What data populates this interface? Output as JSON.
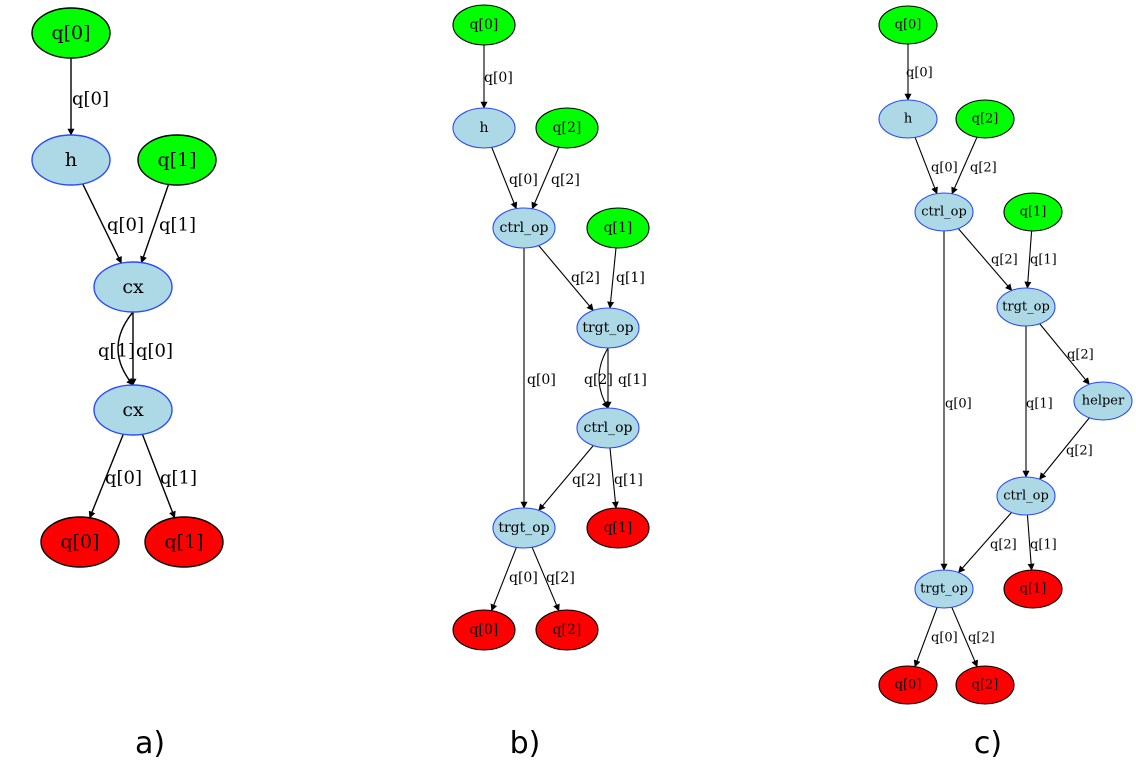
{
  "colors": {
    "input_fill": "#00ff00",
    "input_stroke": "#000000",
    "op_fill": "#add8e6",
    "op_stroke": "#2b4bff",
    "output_fill": "#ff0000",
    "output_stroke": "#000000",
    "edge": "#000000"
  },
  "panels": [
    {
      "caption": "a)",
      "nodes": [
        {
          "id": "in0",
          "label": "q[0]",
          "kind": "input"
        },
        {
          "id": "h",
          "label": "h",
          "kind": "op"
        },
        {
          "id": "in1",
          "label": "q[1]",
          "kind": "input"
        },
        {
          "id": "cx1",
          "label": "cx",
          "kind": "op"
        },
        {
          "id": "cx2",
          "label": "cx",
          "kind": "op"
        },
        {
          "id": "out0",
          "label": "q[0]",
          "kind": "output"
        },
        {
          "id": "out1",
          "label": "q[1]",
          "kind": "output"
        }
      ],
      "edges": [
        {
          "from": "in0",
          "to": "h",
          "label": "q[0]"
        },
        {
          "from": "h",
          "to": "cx1",
          "label": "q[0]"
        },
        {
          "from": "in1",
          "to": "cx1",
          "label": "q[1]"
        },
        {
          "from": "cx1",
          "to": "cx2",
          "label": "q[1]"
        },
        {
          "from": "cx1",
          "to": "cx2",
          "label": "q[0]"
        },
        {
          "from": "cx2",
          "to": "out0",
          "label": "q[0]"
        },
        {
          "from": "cx2",
          "to": "out1",
          "label": "q[1]"
        }
      ]
    },
    {
      "caption": "b)",
      "nodes": [
        {
          "id": "in0",
          "label": "q[0]",
          "kind": "input"
        },
        {
          "id": "h",
          "label": "h",
          "kind": "op"
        },
        {
          "id": "in2",
          "label": "q[2]",
          "kind": "input"
        },
        {
          "id": "ctrl1",
          "label": "ctrl_op",
          "kind": "op"
        },
        {
          "id": "in1",
          "label": "q[1]",
          "kind": "input"
        },
        {
          "id": "trgt1",
          "label": "trgt_op",
          "kind": "op"
        },
        {
          "id": "ctrl2",
          "label": "ctrl_op",
          "kind": "op"
        },
        {
          "id": "trgt2",
          "label": "trgt_op",
          "kind": "op"
        },
        {
          "id": "out1",
          "label": "q[1]",
          "kind": "output"
        },
        {
          "id": "out0",
          "label": "q[0]",
          "kind": "output"
        },
        {
          "id": "out2",
          "label": "q[2]",
          "kind": "output"
        }
      ],
      "edges": [
        {
          "from": "in0",
          "to": "h",
          "label": "q[0]"
        },
        {
          "from": "h",
          "to": "ctrl1",
          "label": "q[0]"
        },
        {
          "from": "in2",
          "to": "ctrl1",
          "label": "q[2]"
        },
        {
          "from": "ctrl1",
          "to": "trgt1",
          "label": "q[2]"
        },
        {
          "from": "in1",
          "to": "trgt1",
          "label": "q[1]"
        },
        {
          "from": "ctrl1",
          "to": "trgt2",
          "label": "q[0]"
        },
        {
          "from": "trgt1",
          "to": "ctrl2",
          "label": "q[2]"
        },
        {
          "from": "trgt1",
          "to": "ctrl2",
          "label": "q[1]"
        },
        {
          "from": "ctrl2",
          "to": "trgt2",
          "label": "q[2]"
        },
        {
          "from": "ctrl2",
          "to": "out1",
          "label": "q[1]"
        },
        {
          "from": "trgt2",
          "to": "out0",
          "label": "q[0]"
        },
        {
          "from": "trgt2",
          "to": "out2",
          "label": "q[2]"
        }
      ]
    },
    {
      "caption": "c)",
      "nodes": [
        {
          "id": "in0",
          "label": "q[0]",
          "kind": "input"
        },
        {
          "id": "h",
          "label": "h",
          "kind": "op"
        },
        {
          "id": "in2",
          "label": "q[2]",
          "kind": "input"
        },
        {
          "id": "ctrl1",
          "label": "ctrl_op",
          "kind": "op"
        },
        {
          "id": "in1",
          "label": "q[1]",
          "kind": "input"
        },
        {
          "id": "trgt1",
          "label": "trgt_op",
          "kind": "op"
        },
        {
          "id": "helper",
          "label": "helper",
          "kind": "op"
        },
        {
          "id": "ctrl2",
          "label": "ctrl_op",
          "kind": "op"
        },
        {
          "id": "trgt2",
          "label": "trgt_op",
          "kind": "op"
        },
        {
          "id": "out1",
          "label": "q[1]",
          "kind": "output"
        },
        {
          "id": "out0",
          "label": "q[0]",
          "kind": "output"
        },
        {
          "id": "out2",
          "label": "q[2]",
          "kind": "output"
        }
      ],
      "edges": [
        {
          "from": "in0",
          "to": "h",
          "label": "q[0]"
        },
        {
          "from": "h",
          "to": "ctrl1",
          "label": "q[0]"
        },
        {
          "from": "in2",
          "to": "ctrl1",
          "label": "q[2]"
        },
        {
          "from": "ctrl1",
          "to": "trgt1",
          "label": "q[2]"
        },
        {
          "from": "in1",
          "to": "trgt1",
          "label": "q[1]"
        },
        {
          "from": "ctrl1",
          "to": "trgt2",
          "label": "q[0]"
        },
        {
          "from": "trgt1",
          "to": "helper",
          "label": "q[2]"
        },
        {
          "from": "trgt1",
          "to": "ctrl2",
          "label": "q[1]"
        },
        {
          "from": "helper",
          "to": "ctrl2",
          "label": "q[2]"
        },
        {
          "from": "ctrl2",
          "to": "trgt2",
          "label": "q[2]"
        },
        {
          "from": "ctrl2",
          "to": "out1",
          "label": "q[1]"
        },
        {
          "from": "trgt2",
          "to": "out0",
          "label": "q[0]"
        },
        {
          "from": "trgt2",
          "to": "out2",
          "label": "q[2]"
        }
      ]
    }
  ]
}
